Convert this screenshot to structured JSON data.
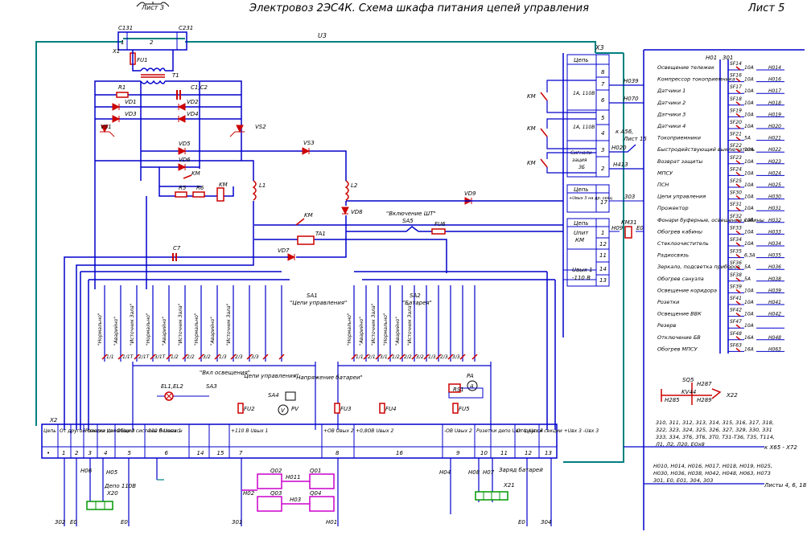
{
  "header": {
    "title": "Электровоз 2ЭС4К. Схема шкафа питания цепей управления",
    "sheet": "Лист 5",
    "sheet_ref_top": "Лист 3"
  },
  "colors": {
    "wire_main": "#0000cc",
    "wire_bus": "#008080",
    "relay_red": "#cc0000",
    "connector_green": "#009900",
    "device_magenta": "#cc00cc",
    "text": "#000000"
  },
  "labels": {
    "u3": "U3",
    "x1": "X1",
    "c131": "C131",
    "c231": "C231",
    "num1": "1",
    "num2": "2",
    "num3": "3",
    "num4": "4",
    "fu1": "FU1",
    "t1": "T1",
    "r1": "R1",
    "c1c2": "C1,C2",
    "vd1": "VD1",
    "vd2": "VD2",
    "vd3": "VD3",
    "vd4": "VD4",
    "vs1": "VS1",
    "vs2": "VS2",
    "vs3": "VS3",
    "vd5": "VD5",
    "vd6": "VD6",
    "km": "KM",
    "r5": "R5",
    "r6": "R6",
    "l1": "L1",
    "l2": "L2",
    "vd8": "VD8",
    "vd9": "VD9",
    "vd7": "VD7",
    "c7": "C7",
    "ta1": "TA1",
    "sa3": "SA3",
    "sa4": "SA4",
    "sa5": "SA5",
    "fu6": "FU6",
    "fu2": "FU2",
    "fu3": "FU3",
    "fu4": "FU4",
    "fu5": "FU5",
    "el1el2": "EL1,EL2",
    "pv": "PV",
    "pa": "PA",
    "rs1": "RS1",
    "sa1": "SA1",
    "sa1_name": "\"Цепи управления\"",
    "sa2": "SA2",
    "sa2_name": "\"Батарея\"",
    "sa5_name": "\"Включение ШТ\"",
    "vkl_osv": "\"Вкл освещения\"",
    "cepi_upr": "\"Цепи управления\"",
    "napr_bat": "\"Напряжение батареи\"",
    "x22": "X22",
    "sq5": "SQ5",
    "kv44": "KV44",
    "h287": "H287",
    "h285": "H285",
    "h289": "H289",
    "km31": "KM31",
    "h09": "H09",
    "e0": "E0",
    "h039": "H039",
    "h070": "H070",
    "h020": "H020",
    "h413": "H413",
    "w303": "303",
    "ka56": "к А56,",
    "ka56_sheet": "Лист 15",
    "x3": "X3",
    "x2": "X2"
  },
  "block_a3": {
    "rows": [
      {
        "label": "Цепь",
        "pin": "•"
      },
      {
        "label": "",
        "pin": "8"
      },
      {
        "label": "1А, 110В",
        "pin": "7"
      },
      {
        "label": "",
        "pin": "6"
      },
      {
        "label": "",
        "pin": "5"
      },
      {
        "label": "1А, 110В",
        "pin": "4"
      },
      {
        "label": "Сигнали-",
        "pin": "3"
      },
      {
        "label": "зация",
        "pin": "2"
      },
      {
        "label": "ЗБ",
        "pin": ""
      }
    ],
    "block2_rows": [
      {
        "label": "Цепь",
        "pin": "•"
      },
      {
        "label": "+Uвых 3 на др. секц",
        "pin": "17"
      },
      {
        "label": "Цепь",
        "pin": "•"
      },
      {
        "label": "Uпит",
        "pin": "1"
      },
      {
        "label": "КМ",
        "pin": "12"
      },
      {
        "label": "",
        "pin": "11"
      },
      {
        "label": "Uвых 1",
        "pin": "14"
      },
      {
        "label": "-110 В",
        "pin": "13"
      }
    ]
  },
  "breakers": [
    {
      "sf": "SF14",
      "amp": "10A",
      "wire": "H014",
      "desc": "Освещение тележек"
    },
    {
      "sf": "SF16",
      "amp": "10A",
      "wire": "H016",
      "desc": "Компрессор токоприемника"
    },
    {
      "sf": "SF17",
      "amp": "10A",
      "wire": "H017",
      "desc": "Датчики 1"
    },
    {
      "sf": "SF18",
      "amp": "10A",
      "wire": "H018",
      "desc": "Датчики 2"
    },
    {
      "sf": "SF19",
      "amp": "10A",
      "wire": "H019",
      "desc": "Датчики 3"
    },
    {
      "sf": "SF20",
      "amp": "10A",
      "wire": "H020",
      "desc": "Датчики 4"
    },
    {
      "sf": "SF21",
      "amp": "5A",
      "wire": "H021",
      "desc": "Токоприемники"
    },
    {
      "sf": "SF22",
      "amp": "10A",
      "wire": "H022",
      "desc": "Быстродействующий выключатель"
    },
    {
      "sf": "SF23",
      "amp": "10A",
      "wire": "H023",
      "desc": "Возврат защиты"
    },
    {
      "sf": "SF24",
      "amp": "10A",
      "wire": "H024",
      "desc": "МПСУ"
    },
    {
      "sf": "SF25",
      "amp": "10A",
      "wire": "H025",
      "desc": "ПСН"
    },
    {
      "sf": "SF30",
      "amp": "10A",
      "wire": "H030",
      "desc": "Цепи управления"
    },
    {
      "sf": "SF31",
      "amp": "10A",
      "wire": "H031",
      "desc": "Прожектор"
    },
    {
      "sf": "SF32",
      "amp": "10A",
      "wire": "H032",
      "desc": "Фонари буферные, освещение кабины"
    },
    {
      "sf": "SF33",
      "amp": "10A",
      "wire": "H033",
      "desc": "Обогрев кабины"
    },
    {
      "sf": "SF34",
      "amp": "10A",
      "wire": "H034",
      "desc": "Стеклоочиститель"
    },
    {
      "sf": "SF35",
      "amp": "6,3A",
      "wire": "H035",
      "desc": "Радиосвязь"
    },
    {
      "sf": "SF36",
      "amp": "5A",
      "wire": "H036",
      "desc": "Зеркало, подсветка приборов"
    },
    {
      "sf": "SF38",
      "amp": "5A",
      "wire": "H038",
      "desc": "Обогрев санузла"
    },
    {
      "sf": "SF39",
      "amp": "10A",
      "wire": "H039",
      "desc": "Освещение коридора"
    },
    {
      "sf": "SF41",
      "amp": "10A",
      "wire": "H041",
      "desc": "Розетки"
    },
    {
      "sf": "SF42",
      "amp": "10A",
      "wire": "H042",
      "desc": "Освещение ВВК"
    },
    {
      "sf": "SF47",
      "amp": "10A",
      "wire": "",
      "desc": "Резерв"
    },
    {
      "sf": "SF48",
      "amp": "16A",
      "wire": "H048",
      "desc": "Отключение БВ"
    },
    {
      "sf": "SF63",
      "amp": "16A",
      "wire": "H063",
      "desc": "Обогрев МПСУ"
    }
  ],
  "breaker_header": {
    "h01": "H01",
    "w301": "301"
  },
  "sa1_contacts": [
    "\"Нормально\"",
    "\"Аварийно\"",
    "\"Источник Зала\"",
    "\"Нормально\"",
    "\"Аварийно\"",
    "\"Источник Зала\"",
    "\"Нормально\"",
    "\"Аварийно\"",
    "\"Источник Зала\""
  ],
  "sa1_pins": [
    "1/1",
    "1/1Т",
    "2/1Т",
    "3/1Т",
    "1/2",
    "2/2",
    "3/2",
    "1/3",
    "2/3",
    "3/3"
  ],
  "sa2_pins": [
    "1/1",
    "2/1",
    "3/1",
    "1/2",
    "2/2",
    "3/2",
    "1/3",
    "2/3",
    "3/3"
  ],
  "bottom_terminal": {
    "label": "X2",
    "cells": [
      {
        "head": "Цепь",
        "pin": "•"
      },
      {
        "head": "От другой секции Uвх 2",
        "pin": "1"
      },
      {
        "head": "",
        "pin": "2"
      },
      {
        "head": "Розетка депо Uвх 3",
        "pin": "3"
      },
      {
        "head": "",
        "pin": "4"
      },
      {
        "head": "Общий системы безопасн",
        "pin": "5"
      },
      {
        "head": "-110 В Uвых 1",
        "pin": "6"
      },
      {
        "head": "",
        "pin": "14"
      },
      {
        "head": "",
        "pin": "15"
      },
      {
        "head": "+110 В Uвых 1",
        "pin": "7"
      },
      {
        "head": "+ОВ Uвых 2",
        "pin": "8"
      },
      {
        "head": "+0,8ОВ Uвых 2",
        "pin": "16"
      },
      {
        "head": "-ОВ Uвых 2",
        "pin": "9"
      },
      {
        "head": "Розетки депо Uвх 4 -Uвх 4",
        "pin": "10"
      },
      {
        "head": "",
        "pin": "11"
      },
      {
        "head": "От другой секции +Uвх 3 -Uвх 3",
        "pin": "12"
      },
      {
        "head": "",
        "pin": "13"
      }
    ]
  },
  "bottom_labels": {
    "h06": "H06",
    "h05": "H05",
    "depo": "Депо 110В",
    "x20": "X20",
    "h04": "H04",
    "h08": "H08",
    "h07": "H07",
    "zaryad": "Заряд батарей",
    "x21": "X21",
    "w302": "302",
    "e0a": "E0",
    "e0b": "E0",
    "w301": "301",
    "h01": "H01",
    "e0c": "E0",
    "w304": "304",
    "q02": "Q02",
    "q01": "Q01",
    "h011": "H011",
    "h02": "H02",
    "q03": "Q03",
    "h03": "H03",
    "q04": "Q04"
  },
  "right_notes": {
    "list1": "310, 311, 312, 313, 314, 315, 316, 317, 318, 322, 323, 324, 325, 326, 327, 329, 330, 331 333, 334, 3Т6, 3Т6, 3Т0, Т31-Т36, Т35, Т114, Л1, Л2, Л20, ЕОх8",
    "to_x": "к Х65 - Х72",
    "list2": "Н010, Н014, Н016, Н017, Н018, Н019, Н025, Н030, Н036, Н038, Н042, Н048, Н063, Н073 301, Е0, Е01, 304, 303",
    "to_sheets": "Листы 4, 6, 18"
  }
}
